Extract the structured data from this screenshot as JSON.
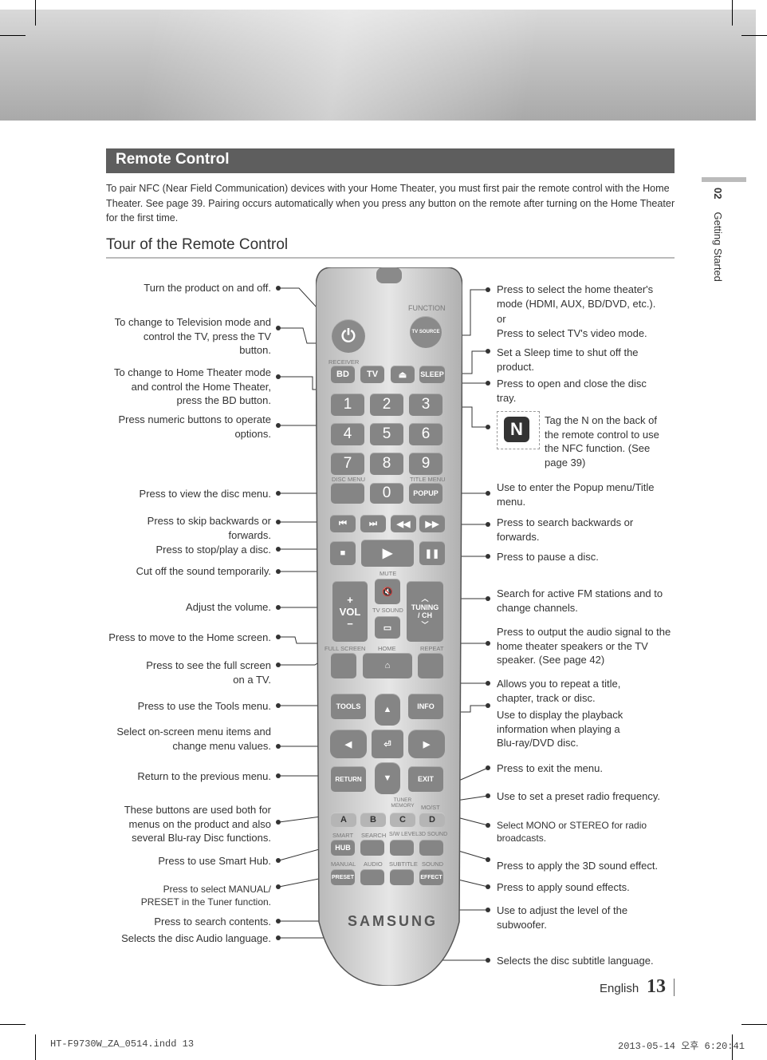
{
  "section_title": "Remote Control",
  "intro": "To pair NFC (Near Field Communication) devices with your Home Theater, you must first pair the remote control with the Home Theater. See page 39. Pairing occurs automatically when you press any button on the remote after turning on the Home Theater for the first time.",
  "subtitle": "Tour of the Remote Control",
  "side": {
    "chapter": "02",
    "label": "Getting Started"
  },
  "left_labels": {
    "power": "Turn the product on and off.",
    "tv": "To change to Television mode and control the TV, press the TV button.",
    "bd": "To change to Home Theater mode and control the Home Theater, press the BD button.",
    "numeric": "Press numeric buttons to operate options.",
    "disc_menu": "Press to view the disc menu.",
    "skip": "Press to skip backwards or forwards.",
    "stop_play": "Press to stop/play a disc.",
    "mute": "Cut off the sound temporarily.",
    "volume": "Adjust the volume.",
    "home": "Press to move to the Home screen.",
    "full_screen": "Press to see the full screen on a TV.",
    "tools": "Press to use the Tools menu.",
    "select": "Select on-screen menu items and change menu values.",
    "return": "Return to the previous menu.",
    "abcd": "These buttons are used both for menus on the product and also several Blu-ray Disc functions.",
    "smart_hub": "Press to use Smart Hub.",
    "manual_preset": "Press to select MANUAL/ PRESET in the Tuner function.",
    "search": "Press to search contents.",
    "audio": "Selects the disc Audio language."
  },
  "right_labels": {
    "function": "Press to select the home theater's mode (HDMI, AUX, BD/DVD, etc.).",
    "or": "or",
    "tv_source": "Press to select TV's video mode.",
    "sleep": "Set a Sleep time to shut off the product.",
    "eject": "Press to open and close the disc tray.",
    "nfc": "Tag the N on the back of the remote control to use the NFC function. (See page 39)",
    "popup": "Use to enter the Popup menu/Title menu.",
    "search_fwd": "Press to search backwards or forwards.",
    "pause": "Press to pause a disc.",
    "tuning": "Search for active FM stations and to change channels.",
    "tv_sound": "Press to output the audio signal to the home theater speakers or the TV speaker. (See page 42)",
    "repeat": "Allows you to repeat a title, chapter, track or disc.",
    "info": "Use to display the playback information when playing a Blu-ray/DVD disc.",
    "exit": "Press to exit the menu.",
    "tuner_memory": "Use to set a preset radio frequency.",
    "mo_st": "Select MONO or STEREO for radio broadcasts.",
    "sound_3d": "Press to apply the 3D sound effect.",
    "effect": "Press to apply sound effects.",
    "sw_level": "Use to adjust the level of the subwoofer.",
    "subtitle": "Selects the disc subtitle language."
  },
  "remote": {
    "function": "FUNCTION",
    "tv_source": "TV SOURCE",
    "receiver": "RECEIVER",
    "bd": "BD",
    "tv": "TV",
    "sleep": "SLEEP",
    "nums": [
      "1",
      "2",
      "3",
      "4",
      "5",
      "6",
      "7",
      "8",
      "9",
      "0"
    ],
    "disc_menu": "DISC MENU",
    "title_menu": "TITLE MENU",
    "popup": "POPUP",
    "mute": "MUTE",
    "vol": "VOL",
    "tuning": "TUNING",
    "ch": "/ CH",
    "tv_sound": "TV SOUND",
    "full_screen": "FULL SCREEN",
    "home": "HOME",
    "repeat": "REPEAT",
    "tools": "TOOLS",
    "info": "INFO",
    "return": "RETURN",
    "exit": "EXIT",
    "tuner_memory": "TUNER MEMORY",
    "mo_st": "MO/ST",
    "abcd": [
      "A",
      "B",
      "C",
      "D"
    ],
    "smart": "SMART",
    "search": "SEARCH",
    "sw_level": "S/W LEVEL",
    "sound_3d": "3D SOUND",
    "hub": "HUB",
    "manual": "MANUAL",
    "audio": "AUDIO",
    "subtitle": "SUBTITLE",
    "sound": "SOUND",
    "preset": "PRESET",
    "effect": "EFFECT",
    "brand": "SAMSUNG"
  },
  "footer": {
    "language": "English",
    "page": "13"
  },
  "slug": {
    "file": "HT-F9730W_ZA_0514.indd   13",
    "date": "2013-05-14   오후 6:20:41"
  }
}
